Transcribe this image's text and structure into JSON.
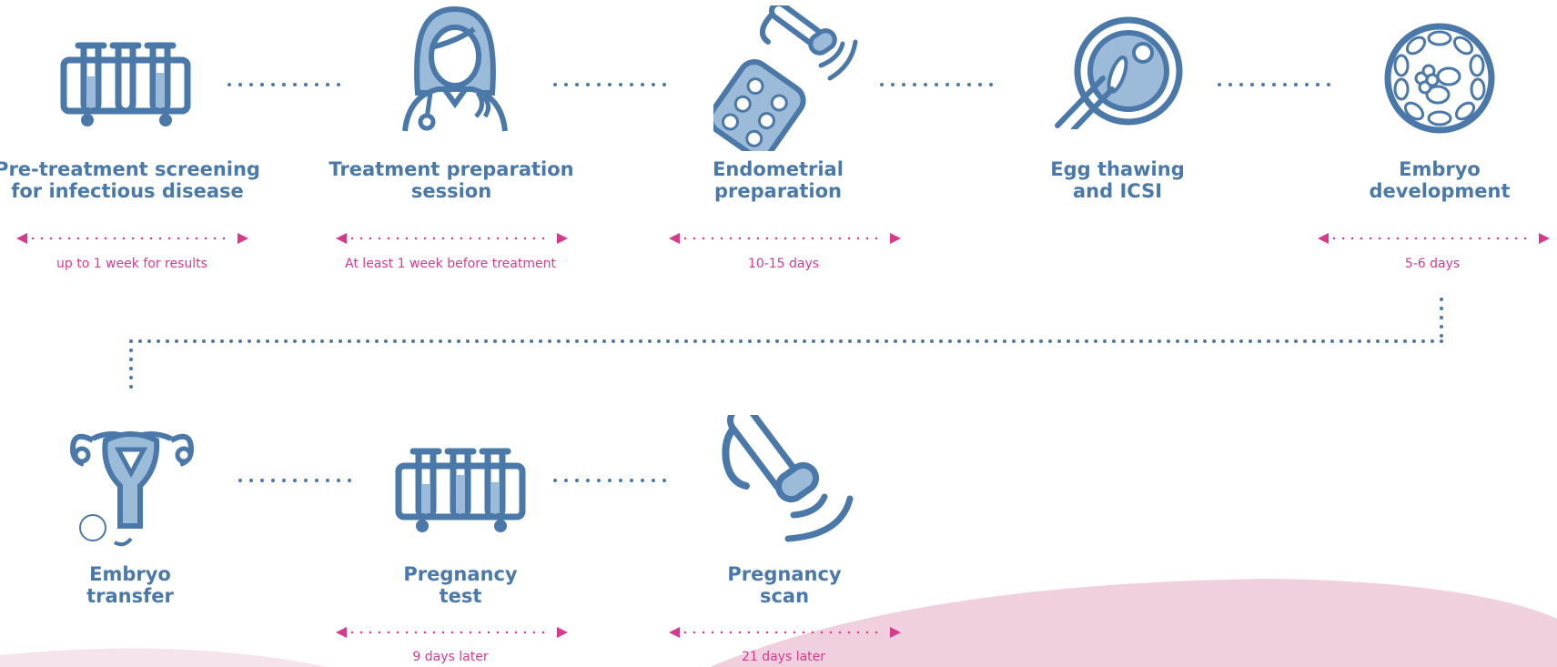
{
  "steps": [
    {
      "title_line1": "Pre-treatment screening",
      "title_line2": "for infectious disease",
      "duration": "up to 1 week for results",
      "icon": "test-tubes-icon"
    },
    {
      "title_line1": "Treatment preparation",
      "title_line2": "session",
      "duration": "At least 1 week before treatment",
      "icon": "doctor-icon"
    },
    {
      "title_line1": "Endometrial",
      "title_line2": "preparation",
      "duration": "10-15 days",
      "icon": "pills-ultrasound-icon"
    },
    {
      "title_line1": "Egg thawing",
      "title_line2": "and ICSI",
      "duration": "",
      "icon": "egg-injection-icon"
    },
    {
      "title_line1": "Embryo",
      "title_line2": "development",
      "duration": "5-6 days",
      "icon": "embryo-icon"
    },
    {
      "title_line1": "Embryo",
      "title_line2": "transfer",
      "duration": "",
      "icon": "uterus-icon"
    },
    {
      "title_line1": "Pregnancy",
      "title_line2": "test",
      "duration": "9 days later",
      "icon": "test-tubes-icon"
    },
    {
      "title_line1": "Pregnancy",
      "title_line2": "scan",
      "duration": "21 days later",
      "icon": "ultrasound-probe-icon"
    }
  ],
  "colors": {
    "primary": "#4a78a8",
    "icon_fill": "#9bbbd9",
    "accent": "#d63b8b",
    "wave": "#f0d0df"
  }
}
